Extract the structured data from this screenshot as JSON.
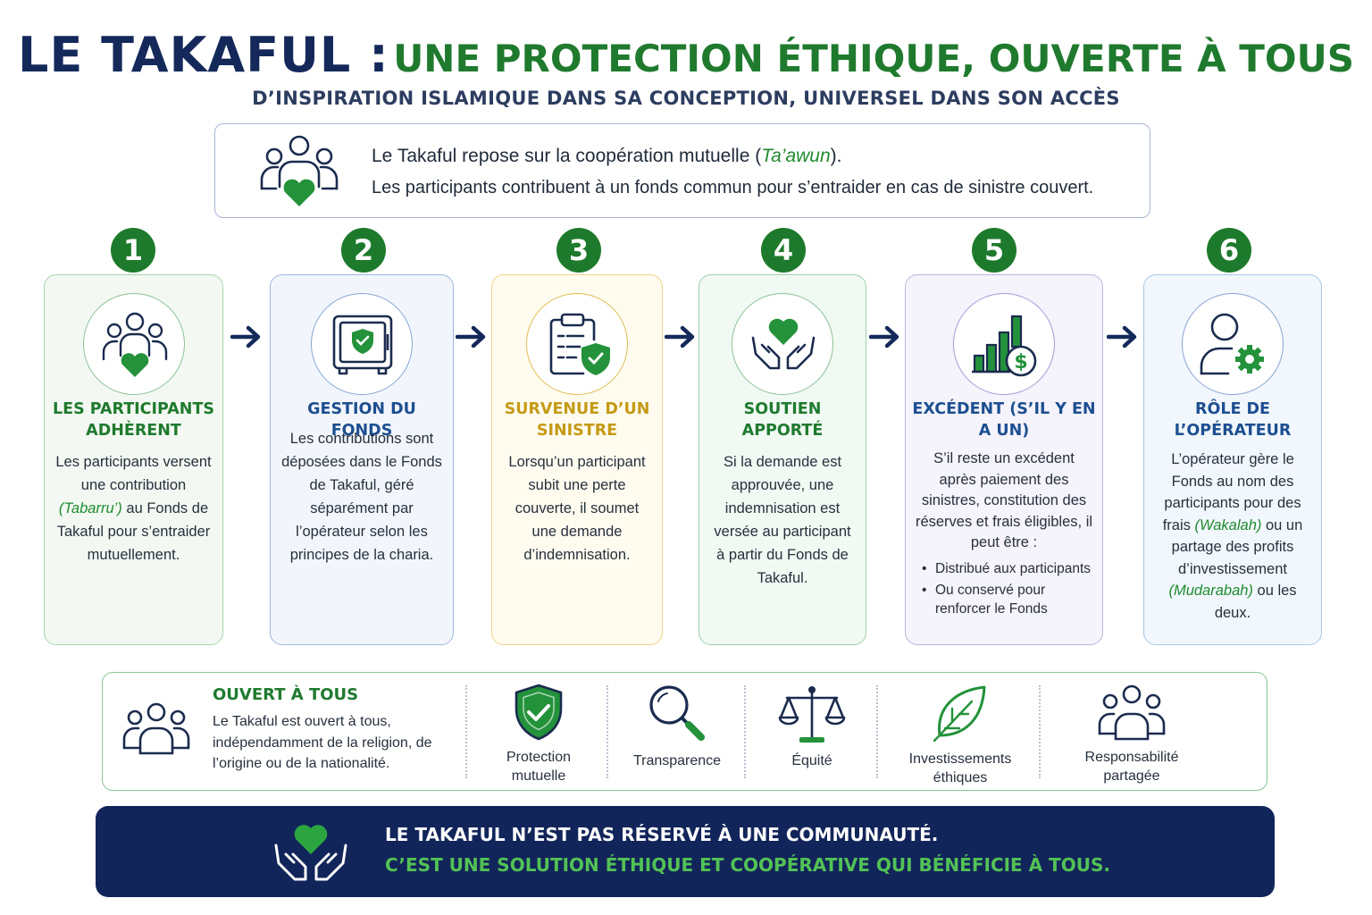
{
  "header": {
    "title_part1": "LE TAKAFUL :",
    "title_part2": "UNE PROTECTION ÉTHIQUE, OUVERTE À TOUS",
    "subtitle": "D’INSPIRATION ISLAMIQUE DANS SA CONCEPTION, UNIVERSEL DANS SON ACCÈS"
  },
  "intro": {
    "line1_prefix": "Le Takaful repose sur la coopération mutuelle (",
    "line1_term": "Ta’awun",
    "line1_suffix": ").",
    "line2": "Les participants contribuent à un fonds commun pour s’entraider en cas de sinistre couvert.",
    "icon": "people-heart-icon"
  },
  "steps": [
    {
      "number": "1",
      "title": "LES PARTICIPANTS ADHÈRENT",
      "icon": "people-heart-icon",
      "color": "#1f7a2e",
      "body_a": "Les participants versent une contribution",
      "body_term": "(Tabarru’)",
      "body_b": "au Fonds de Takaful pour s’entraider mutuellement."
    },
    {
      "number": "2",
      "title": "GESTION DU FONDS",
      "icon": "safe-icon",
      "color": "#1d4f91",
      "body": "Les contributions sont déposées dans le Fonds de Takaful, géré séparément par l’opérateur selon les principes de la charia."
    },
    {
      "number": "3",
      "title": "SURVENUE D’UN SINISTRE",
      "icon": "clipboard-shield-icon",
      "color": "#c59a14",
      "body": "Lorsqu’un participant subit une perte couverte, il soumet une demande d’indemnisation."
    },
    {
      "number": "4",
      "title": "SOUTIEN APPORTÉ",
      "icon": "hands-heart-icon",
      "color": "#1f7a2e",
      "body": "Si la demande est approuvée, une indemnisation est versée au participant à partir du Fonds de Takaful."
    },
    {
      "number": "5",
      "title": "EXCÉDENT (S’IL Y EN A UN)",
      "icon": "bar-chart-dollar-icon",
      "color": "#1d4f91",
      "body": "S’il reste un excédent après paiement des sinistres, constitution des réserves et frais éligibles, il peut être :",
      "bullets": [
        "Distribué aux participants",
        "Ou conservé pour renforcer le Fonds"
      ]
    },
    {
      "number": "6",
      "title": "RÔLE DE L’OPÉRATEUR",
      "icon": "user-gear-icon",
      "color": "#1d4f91",
      "body_a": "L’opérateur gère le Fonds au nom des participants pour des frais",
      "body_term1": "(Wakalah)",
      "body_b": "ou un partage des profits d’investissement",
      "body_term2": "(Mudarabah)",
      "body_c": "ou les deux."
    }
  ],
  "open": {
    "title": "OUVERT À TOUS",
    "text": "Le Takaful est ouvert à tous, indépendamment de la religion, de l’origine ou de la nationalité.",
    "icon": "people-group-icon",
    "values": [
      {
        "label_1": "Protection",
        "label_2": "mutuelle",
        "icon": "shield-check-icon"
      },
      {
        "label_1": "Transparence",
        "label_2": "",
        "icon": "magnifier-icon"
      },
      {
        "label_1": "Équité",
        "label_2": "",
        "icon": "scales-icon"
      },
      {
        "label_1": "Investissements",
        "label_2": "éthiques",
        "icon": "leaf-icon"
      },
      {
        "label_1": "Responsabilité",
        "label_2": "partagée",
        "icon": "people-group-icon"
      }
    ]
  },
  "banner": {
    "line1": "LE TAKAFUL N’EST PAS RÉSERVÉ À UNE COMMUNAUTÉ.",
    "line2": "C’EST UNE SOLUTION ÉTHIQUE ET COOPÉRATIVE QUI BÉNÉFICIE À TOUS.",
    "icon": "hands-heart-icon"
  },
  "colors": {
    "navy": "#14295a",
    "green": "#1f7a2e",
    "bright_green": "#52c255",
    "gold": "#c59a14",
    "blue": "#1d4f91"
  }
}
